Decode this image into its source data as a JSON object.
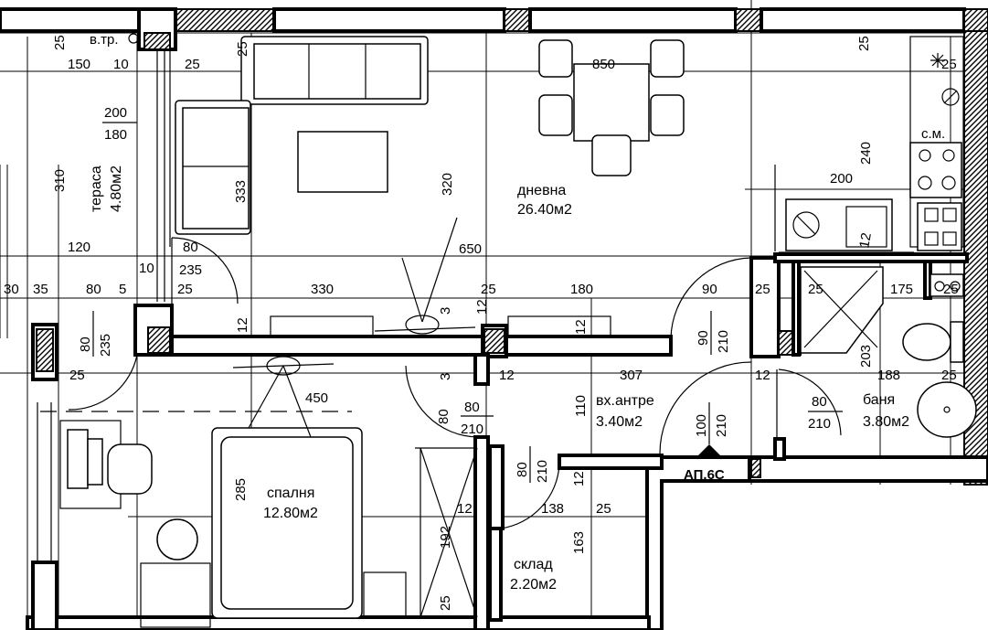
{
  "rooms": {
    "living": {
      "name": "дневна",
      "area": "26.40м2"
    },
    "terrace": {
      "name": "тераса",
      "area": "4.80м2"
    },
    "bedroom": {
      "name": "спалня",
      "area": "12.80м2"
    },
    "hall": {
      "name": "вх.антре",
      "area": "3.40м2"
    },
    "bath": {
      "name": "баня",
      "area": "3.80м2"
    },
    "storage": {
      "name": "склад",
      "area": "2.20м2"
    }
  },
  "labels": {
    "chimney": "в.тр.",
    "washer": "с.м.",
    "apartment": "АП.6С"
  },
  "dims": {
    "d25a": "25",
    "d150": "150",
    "d10a": "10",
    "d25b": "25",
    "d25c": "25",
    "d850": "850",
    "d25d": "25",
    "d25e": "25",
    "d200a": "200",
    "d180a": "180",
    "d310": "310",
    "d333": "333",
    "d320": "320",
    "d240": "240",
    "d200b": "200",
    "d12deg": "12",
    "d120": "120",
    "d80a": "80",
    "d650": "650",
    "d10b": "10",
    "d235a": "235",
    "d30": "30",
    "d35": "35",
    "d80b": "80",
    "d5": "5",
    "d25f": "25",
    "d330": "330",
    "d25g": "25",
    "d180b": "180",
    "d90a": "90",
    "d25h": "25",
    "d25i": "25",
    "d175": "175",
    "d25j": "25",
    "d80c": "80",
    "d235b": "235",
    "d12a": "12",
    "d3a": "3",
    "d12b": "12",
    "d12c": "12",
    "d90b": "90",
    "d210a": "210",
    "d25k": "25",
    "d3b": "3",
    "d12d": "12",
    "d307": "307",
    "d12e": "12",
    "d203": "203",
    "d188": "188",
    "d25l": "25",
    "d450": "450",
    "d80d": "80",
    "d210b": "210",
    "d80e": "80",
    "d110": "110",
    "d100": "100",
    "d210c": "210",
    "d80f": "80",
    "d210d": "210",
    "d80g": "80",
    "d210e": "210",
    "d12f": "12",
    "d285": "285",
    "d12g": "12",
    "d138": "138",
    "d25m": "25",
    "d192": "192",
    "d163": "163",
    "d25n": "25"
  }
}
